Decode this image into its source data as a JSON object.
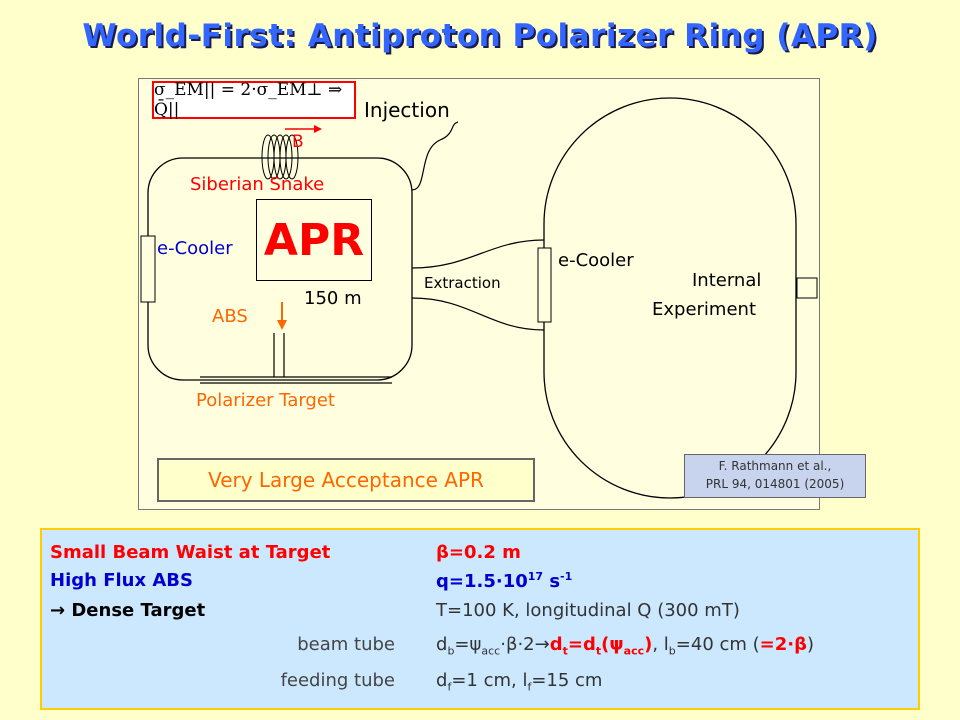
{
  "title": "World-First: Antiproton Polarizer Ring (APR)",
  "formula": "σ_EM|| = 2·σ_EM⊥ ⇒ Q̄||",
  "labels": {
    "injection": "Injection",
    "b": "B",
    "siberian_snake": "Siberian Snake",
    "apr": "APR",
    "e_cooler_left": "e-Cooler",
    "ring_size": "150 m",
    "abs": "ABS",
    "polarizer_target": "Polarizer Target",
    "extraction": "Extraction",
    "e_cooler_right": "e-Cooler",
    "internal": "Internal",
    "experiment": "Experiment",
    "very_large_acceptance": "Very Large Acceptance APR",
    "ref_line1": "F. Rathmann et al.,",
    "ref_line2": "PRL 94, 014801 (2005)"
  },
  "colors": {
    "title": "#3366ff",
    "red": "#ff0000",
    "blue": "#0000cc",
    "orange": "#ff6600"
  },
  "table": {
    "r1_label": "Small Beam Waist at Target",
    "r1_value": "β=0.2 m",
    "r2_label": "High Flux ABS",
    "r2_value_a": "q=1.5·10",
    "r2_value_sup1": "17",
    "r2_value_b": " s",
    "r2_value_sup2": "-1",
    "r3_label": "Dense Target",
    "r3_value": "T=100 K, longitudinal Q (300 mT)",
    "r4_label": "beam tube",
    "r4_v1": "d",
    "r4_v1sub": "b",
    "r4_v2": "=ψ",
    "r4_v2sub": "acc",
    "r4_v3": "·β·2",
    "r4_v4": "d",
    "r4_v4sub": "t",
    "r4_v5": "=d",
    "r4_v5sub": "t",
    "r4_v6": "(ψ",
    "r4_v6sub": "acc",
    "r4_v7": ")",
    "r4_v8": ", l",
    "r4_v8sub": "b",
    "r4_v9": "=40 cm (",
    "r4_v10": "=2·β",
    "r4_v11": ")",
    "r5_label": "feeding tube",
    "r5_v1": "d",
    "r5_v1sub": "f",
    "r5_v2": "=1 cm, l",
    "r5_v2sub": "f",
    "r5_v3": "=15 cm"
  }
}
